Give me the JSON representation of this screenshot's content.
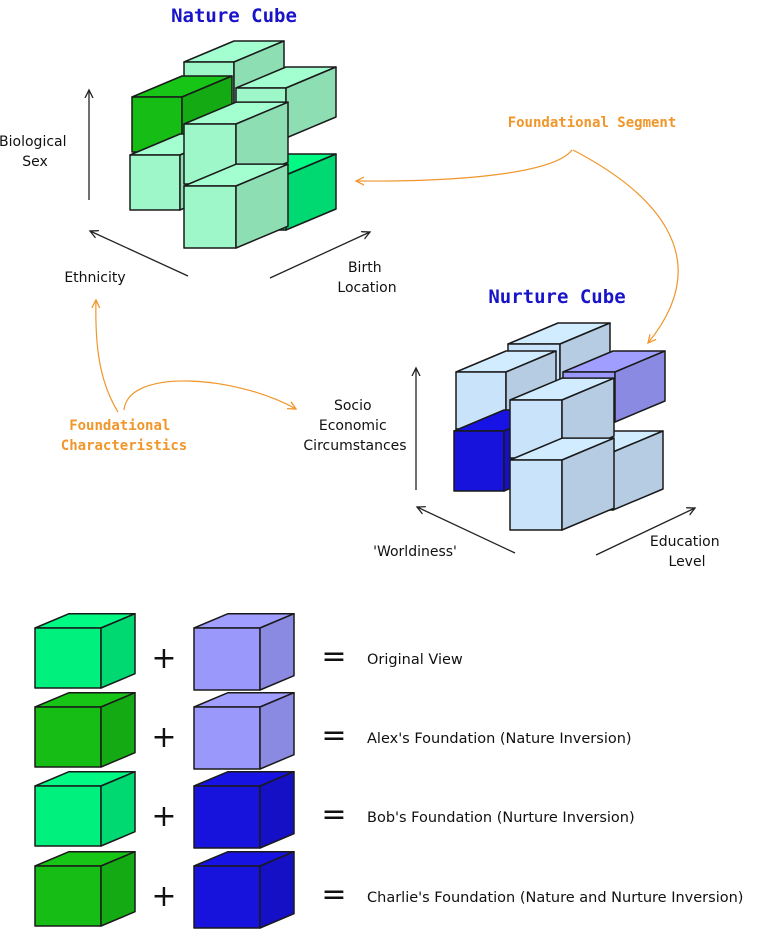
{
  "nature_cube": {
    "title": "Nature Cube",
    "axes": {
      "vertical": [
        "Biological",
        "Sex"
      ],
      "left": [
        "Ethnicity"
      ],
      "right": [
        "Birth",
        "Location"
      ]
    }
  },
  "nurture_cube": {
    "title": "Nurture Cube",
    "axes": {
      "vertical": [
        "Socio",
        "Economic",
        "Circumstances"
      ],
      "left": [
        "'Worldiness'"
      ],
      "right": [
        "Education",
        "Level"
      ]
    }
  },
  "annotations": {
    "foundational_segment": [
      "Foundational Segment"
    ],
    "foundational_characteristics": [
      "Foundational",
      "Characteristics"
    ]
  },
  "colors": {
    "nature_light": "#9ef7c8",
    "nature_bright": "#00f07e",
    "nature_dark": "#15bd15",
    "nurture_light": "#c9e3fb",
    "nurture_mid": "#9a99fb",
    "nurture_dark": "#1712dc",
    "title": "#1a14c8",
    "annotation": "#f0962a"
  },
  "equations": {
    "plus": "+",
    "equals": "=",
    "rows": [
      {
        "label": "Original View",
        "nature": "nature_bright",
        "nurture": "nurture_mid"
      },
      {
        "label": "Alex's Foundation (Nature Inversion)",
        "nature": "nature_dark",
        "nurture": "nurture_mid"
      },
      {
        "label": "Bob's Foundation (Nurture Inversion)",
        "nature": "nature_bright",
        "nurture": "nurture_dark"
      },
      {
        "label": "Charlie's Foundation (Nature and Nurture Inversion)",
        "nature": "nature_dark",
        "nurture": "nurture_dark"
      }
    ]
  }
}
